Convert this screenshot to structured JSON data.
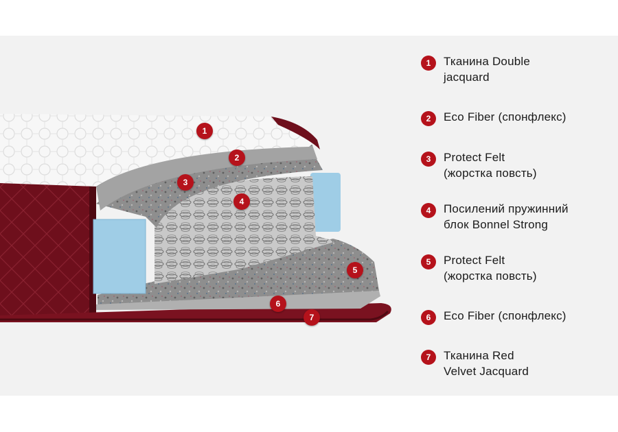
{
  "layers": [
    {
      "number": "1",
      "lines": [
        "Тканина Double",
        "jacquard"
      ]
    },
    {
      "number": "2",
      "lines": [
        "Eco Fiber (спонфлекс)"
      ]
    },
    {
      "number": "3",
      "lines": [
        "Protect Felt",
        "(жорстка повсть)"
      ]
    },
    {
      "number": "4",
      "lines": [
        "Посилений пружинний",
        "блок Bonnel Strong"
      ]
    },
    {
      "number": "5",
      "lines": [
        "Protect Felt",
        "(жорстка повсть)"
      ]
    },
    {
      "number": "6",
      "lines": [
        "Eco Fiber (спонфлекс)"
      ]
    },
    {
      "number": "7",
      "lines": [
        "Тканина Red",
        "Velvet Jacquard"
      ]
    }
  ],
  "colors": {
    "accent": "#b5121b",
    "velvet": "#6e0f1c",
    "foam": "#9fcde6",
    "felt": "#8d8d8d",
    "fiber": "#a9a9a9",
    "cover": "#f7f7f7",
    "background": "#f2f2f2"
  }
}
